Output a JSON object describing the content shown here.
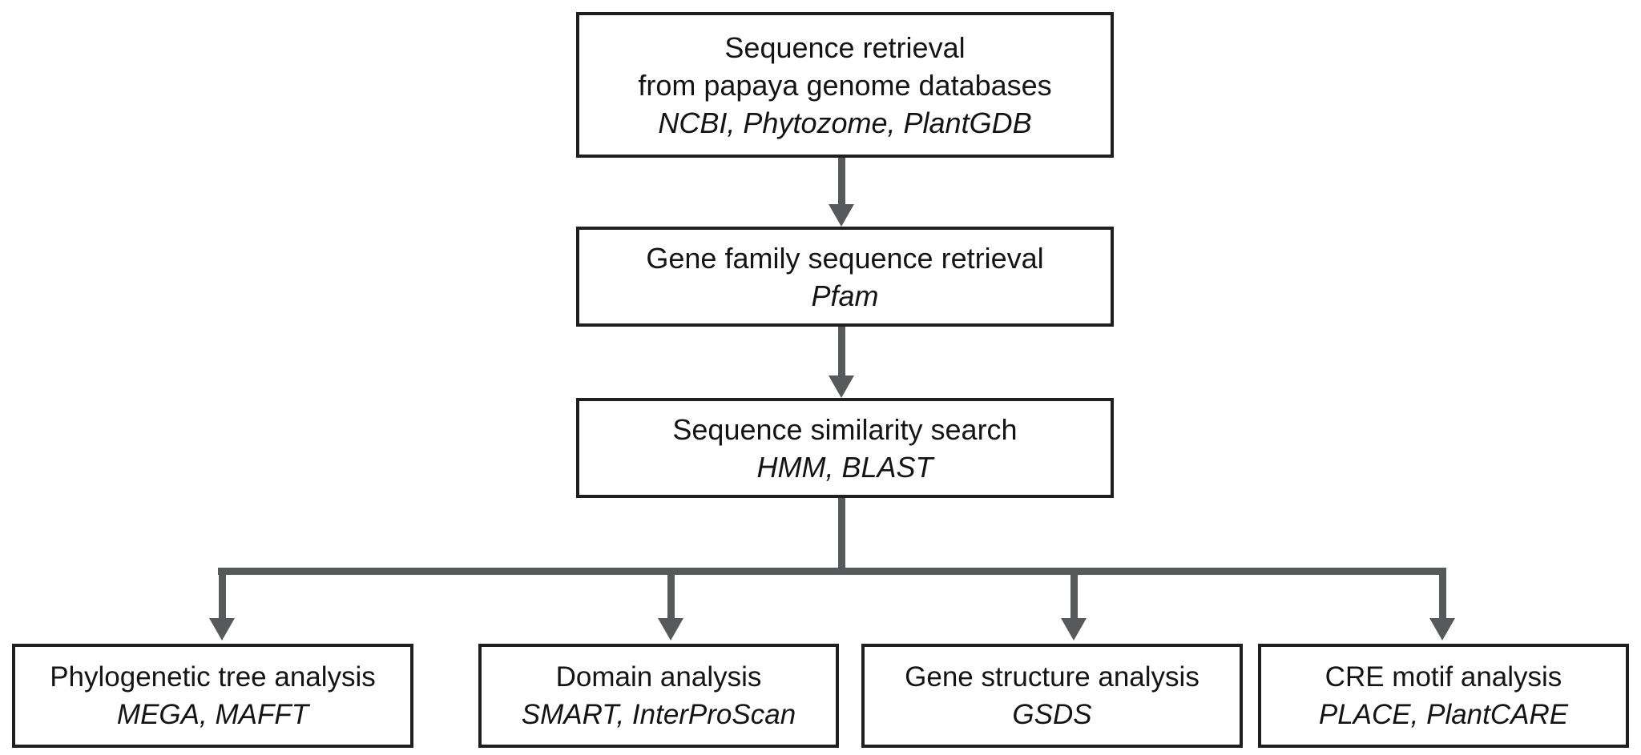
{
  "diagram": {
    "type": "flowchart",
    "background_color": "#ffffff",
    "box_border_color": "#1f1f1f",
    "connector_color": "#58595b",
    "text_color": "#141414"
  },
  "nodes": {
    "seq_retrieval": {
      "title": "Sequence retrieval",
      "subtitle": "from papaya genome databases",
      "tools": "NCBI, Phytozome, PlantGDB"
    },
    "gene_family": {
      "title": "Gene family sequence retrieval",
      "tools": "Pfam"
    },
    "similarity": {
      "title": "Sequence similarity search",
      "tools": "HMM, BLAST"
    },
    "phylogenetic": {
      "title": "Phylogenetic tree analysis",
      "tools": "MEGA, MAFFT"
    },
    "domain_analysis": {
      "title": "Domain analysis",
      "tools": "SMART, InterProScan"
    },
    "gene_structure": {
      "title": "Gene structure analysis",
      "tools": "GSDS"
    },
    "cre_motif": {
      "title": "CRE motif analysis",
      "tools": "PLACE, PlantCARE"
    }
  },
  "edges": [
    {
      "from": "seq_retrieval",
      "to": "gene_family"
    },
    {
      "from": "gene_family",
      "to": "similarity"
    },
    {
      "from": "similarity",
      "to": "phylogenetic"
    },
    {
      "from": "similarity",
      "to": "domain_analysis"
    },
    {
      "from": "similarity",
      "to": "gene_structure"
    },
    {
      "from": "similarity",
      "to": "cre_motif"
    }
  ]
}
